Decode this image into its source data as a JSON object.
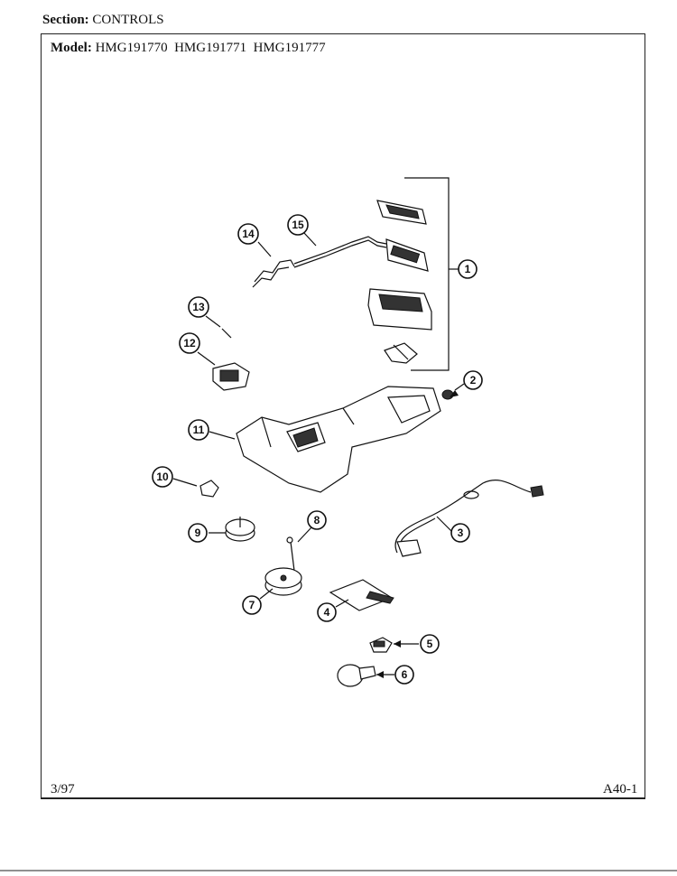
{
  "header": {
    "section_label": "Section:",
    "section_value": "CONTROLS",
    "model_label": "Model:",
    "models": "HMG191770  HMG191771  HMG191777"
  },
  "footer": {
    "date": "3/97",
    "page_code": "A40-1"
  },
  "callouts": [
    "1",
    "2",
    "3",
    "4",
    "5",
    "6",
    "7",
    "8",
    "9",
    "10",
    "11",
    "12",
    "13",
    "14",
    "15"
  ]
}
